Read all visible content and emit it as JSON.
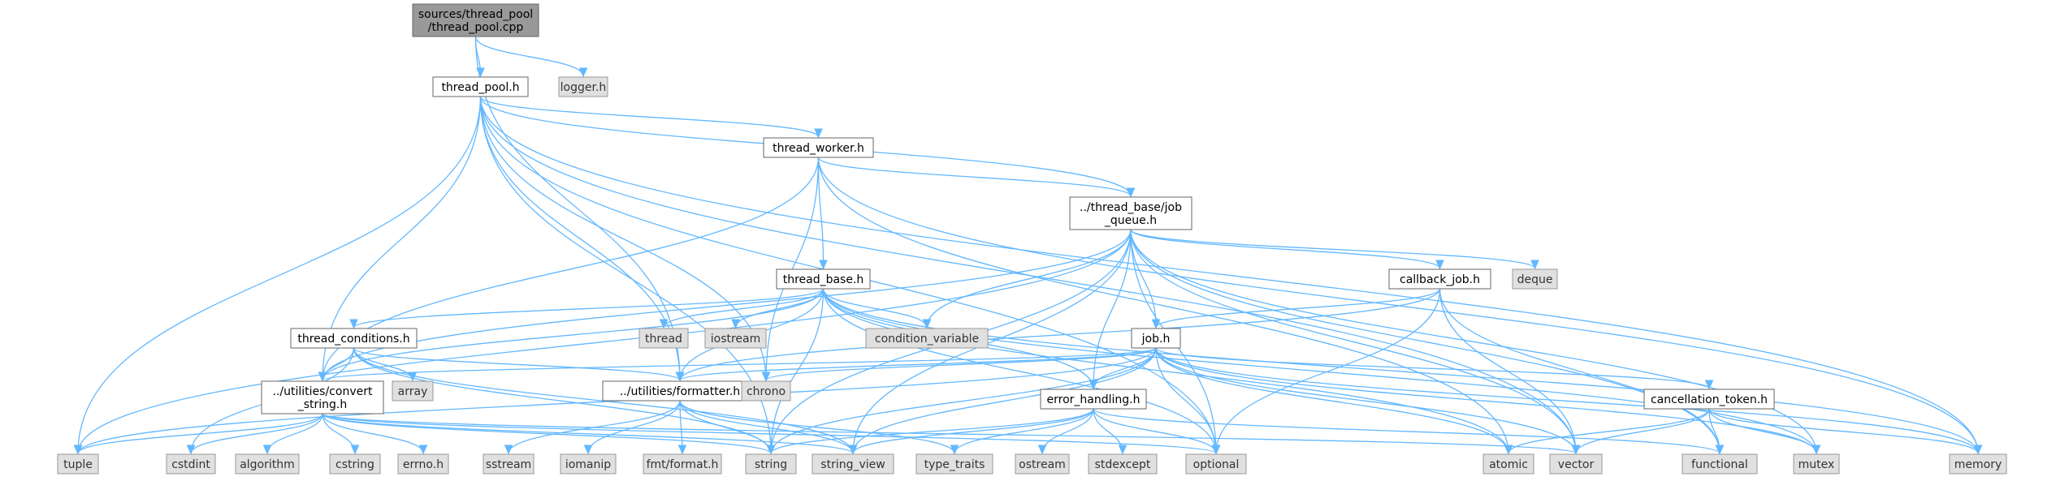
{
  "diagram": {
    "root": "sources/thread_pool/thread_pool.cpp",
    "accent_color": "#63b8ff",
    "node_colors": {
      "root": "#999999",
      "file": "#ffffff",
      "system": "#e0e0e0"
    },
    "nodes": [
      {
        "id": "root",
        "kind": "root",
        "lines": [
          "sources/thread_pool",
          "/thread_pool.cpp"
        ]
      },
      {
        "id": "thread_pool_h",
        "kind": "file",
        "lines": [
          "thread_pool.h"
        ]
      },
      {
        "id": "logger_h",
        "kind": "sys",
        "lines": [
          "logger.h"
        ]
      },
      {
        "id": "thread_worker_h",
        "kind": "file",
        "lines": [
          "thread_worker.h"
        ]
      },
      {
        "id": "job_queue_h",
        "kind": "file",
        "lines": [
          "../thread_base/job",
          "_queue.h"
        ]
      },
      {
        "id": "thread_base_h",
        "kind": "file",
        "lines": [
          "thread_base.h"
        ]
      },
      {
        "id": "callback_job_h",
        "kind": "file",
        "lines": [
          "callback_job.h"
        ]
      },
      {
        "id": "deque",
        "kind": "sys",
        "lines": [
          "deque"
        ]
      },
      {
        "id": "thread_conditions_h",
        "kind": "file",
        "lines": [
          "thread_conditions.h"
        ]
      },
      {
        "id": "thread",
        "kind": "sys",
        "lines": [
          "thread"
        ]
      },
      {
        "id": "iostream",
        "kind": "sys",
        "lines": [
          "iostream"
        ]
      },
      {
        "id": "condition_variable",
        "kind": "sys",
        "lines": [
          "condition_variable"
        ]
      },
      {
        "id": "job_h",
        "kind": "file",
        "lines": [
          "job.h"
        ]
      },
      {
        "id": "array",
        "kind": "sys",
        "lines": [
          "array"
        ]
      },
      {
        "id": "convert_string_h",
        "kind": "file",
        "lines": [
          "../utilities/convert",
          "_string.h"
        ]
      },
      {
        "id": "formatter_h",
        "kind": "file",
        "lines": [
          "../utilities/formatter.h"
        ]
      },
      {
        "id": "chrono",
        "kind": "sys",
        "lines": [
          "chrono"
        ]
      },
      {
        "id": "error_handling_h",
        "kind": "file",
        "lines": [
          "error_handling.h"
        ]
      },
      {
        "id": "cancellation_token_h",
        "kind": "file",
        "lines": [
          "cancellation_token.h"
        ]
      },
      {
        "id": "tuple",
        "kind": "sys",
        "lines": [
          "tuple"
        ]
      },
      {
        "id": "cstdint",
        "kind": "sys",
        "lines": [
          "cstdint"
        ]
      },
      {
        "id": "algorithm",
        "kind": "sys",
        "lines": [
          "algorithm"
        ]
      },
      {
        "id": "cstring",
        "kind": "sys",
        "lines": [
          "cstring"
        ]
      },
      {
        "id": "errno_h",
        "kind": "sys",
        "lines": [
          "errno.h"
        ]
      },
      {
        "id": "string",
        "kind": "sys",
        "lines": [
          "string"
        ]
      },
      {
        "id": "string_view",
        "kind": "sys",
        "lines": [
          "string_view"
        ]
      },
      {
        "id": "sstream",
        "kind": "sys",
        "lines": [
          "sstream"
        ]
      },
      {
        "id": "iomanip",
        "kind": "sys",
        "lines": [
          "iomanip"
        ]
      },
      {
        "id": "fmt_format_h",
        "kind": "sys",
        "lines": [
          "fmt/format.h"
        ]
      },
      {
        "id": "type_traits",
        "kind": "sys",
        "lines": [
          "type_traits"
        ]
      },
      {
        "id": "ostream",
        "kind": "sys",
        "lines": [
          "ostream"
        ]
      },
      {
        "id": "stdexcept",
        "kind": "sys",
        "lines": [
          "stdexcept"
        ]
      },
      {
        "id": "optional",
        "kind": "sys",
        "lines": [
          "optional"
        ]
      },
      {
        "id": "atomic",
        "kind": "sys",
        "lines": [
          "atomic"
        ]
      },
      {
        "id": "vector",
        "kind": "sys",
        "lines": [
          "vector"
        ]
      },
      {
        "id": "functional",
        "kind": "sys",
        "lines": [
          "functional"
        ]
      },
      {
        "id": "mutex",
        "kind": "sys",
        "lines": [
          "mutex"
        ]
      },
      {
        "id": "memory",
        "kind": "sys",
        "lines": [
          "memory"
        ]
      }
    ],
    "edges": [
      [
        "root",
        "thread_pool_h"
      ],
      [
        "root",
        "logger_h"
      ],
      [
        "root",
        "formatter_h"
      ],
      [
        "thread_pool_h",
        "thread_worker_h"
      ],
      [
        "thread_pool_h",
        "job_queue_h"
      ],
      [
        "thread_pool_h",
        "convert_string_h"
      ],
      [
        "thread_pool_h",
        "formatter_h"
      ],
      [
        "thread_pool_h",
        "chrono"
      ],
      [
        "thread_pool_h",
        "tuple"
      ],
      [
        "thread_pool_h",
        "string"
      ],
      [
        "thread_pool_h",
        "optional"
      ],
      [
        "thread_pool_h",
        "vector"
      ],
      [
        "thread_pool_h",
        "memory"
      ],
      [
        "thread_worker_h",
        "thread_base_h"
      ],
      [
        "thread_worker_h",
        "job_queue_h"
      ],
      [
        "thread_worker_h",
        "convert_string_h"
      ],
      [
        "thread_worker_h",
        "chrono"
      ],
      [
        "thread_worker_h",
        "atomic"
      ],
      [
        "thread_worker_h",
        "memory"
      ],
      [
        "job_queue_h",
        "callback_job_h"
      ],
      [
        "job_queue_h",
        "deque"
      ],
      [
        "job_queue_h",
        "job_h"
      ],
      [
        "job_queue_h",
        "condition_variable"
      ],
      [
        "job_queue_h",
        "convert_string_h"
      ],
      [
        "job_queue_h",
        "error_handling_h"
      ],
      [
        "job_queue_h",
        "tuple"
      ],
      [
        "job_queue_h",
        "string"
      ],
      [
        "job_queue_h",
        "string_view"
      ],
      [
        "job_queue_h",
        "optional"
      ],
      [
        "job_queue_h",
        "mutex"
      ],
      [
        "job_queue_h",
        "functional"
      ],
      [
        "job_queue_h",
        "vector"
      ],
      [
        "thread_base_h",
        "thread_conditions_h"
      ],
      [
        "thread_base_h",
        "thread"
      ],
      [
        "thread_base_h",
        "iostream"
      ],
      [
        "thread_base_h",
        "condition_variable"
      ],
      [
        "thread_base_h",
        "formatter_h"
      ],
      [
        "thread_base_h",
        "convert_string_h"
      ],
      [
        "thread_base_h",
        "error_handling_h"
      ],
      [
        "thread_base_h",
        "string"
      ],
      [
        "thread_base_h",
        "optional"
      ],
      [
        "thread_base_h",
        "atomic"
      ],
      [
        "thread_base_h",
        "memory"
      ],
      [
        "thread_base_h",
        "mutex"
      ],
      [
        "callback_job_h",
        "job_h"
      ],
      [
        "callback_job_h",
        "formatter_h"
      ],
      [
        "callback_job_h",
        "optional"
      ],
      [
        "callback_job_h",
        "vector"
      ],
      [
        "callback_job_h",
        "functional"
      ],
      [
        "thread_conditions_h",
        "convert_string_h"
      ],
      [
        "thread_conditions_h",
        "formatter_h"
      ],
      [
        "thread_conditions_h",
        "array"
      ],
      [
        "thread_conditions_h",
        "cstdint"
      ],
      [
        "thread_conditions_h",
        "string"
      ],
      [
        "thread_conditions_h",
        "string_view"
      ],
      [
        "job_h",
        "convert_string_h"
      ],
      [
        "job_h",
        "formatter_h"
      ],
      [
        "job_h",
        "chrono"
      ],
      [
        "job_h",
        "error_handling_h"
      ],
      [
        "job_h",
        "cancellation_token_h"
      ],
      [
        "job_h",
        "tuple"
      ],
      [
        "job_h",
        "string"
      ],
      [
        "job_h",
        "string_view"
      ],
      [
        "job_h",
        "optional"
      ],
      [
        "job_h",
        "atomic"
      ],
      [
        "job_h",
        "vector"
      ],
      [
        "job_h",
        "memory"
      ],
      [
        "job_h",
        "mutex"
      ],
      [
        "convert_string_h",
        "tuple"
      ],
      [
        "convert_string_h",
        "cstdint"
      ],
      [
        "convert_string_h",
        "algorithm"
      ],
      [
        "convert_string_h",
        "cstring"
      ],
      [
        "convert_string_h",
        "errno_h"
      ],
      [
        "convert_string_h",
        "string"
      ],
      [
        "convert_string_h",
        "string_view"
      ],
      [
        "convert_string_h",
        "optional"
      ],
      [
        "convert_string_h",
        "vector"
      ],
      [
        "formatter_h",
        "sstream"
      ],
      [
        "formatter_h",
        "iomanip"
      ],
      [
        "formatter_h",
        "fmt_format_h"
      ],
      [
        "formatter_h",
        "string"
      ],
      [
        "formatter_h",
        "string_view"
      ],
      [
        "formatter_h",
        "type_traits"
      ],
      [
        "error_handling_h",
        "ostream"
      ],
      [
        "error_handling_h",
        "stdexcept"
      ],
      [
        "error_handling_h",
        "string"
      ],
      [
        "error_handling_h",
        "string_view"
      ],
      [
        "error_handling_h",
        "type_traits"
      ],
      [
        "error_handling_h",
        "optional"
      ],
      [
        "error_handling_h",
        "functional"
      ],
      [
        "cancellation_token_h",
        "atomic"
      ],
      [
        "cancellation_token_h",
        "vector"
      ],
      [
        "cancellation_token_h",
        "functional"
      ],
      [
        "cancellation_token_h",
        "mutex"
      ],
      [
        "cancellation_token_h",
        "memory"
      ]
    ]
  }
}
